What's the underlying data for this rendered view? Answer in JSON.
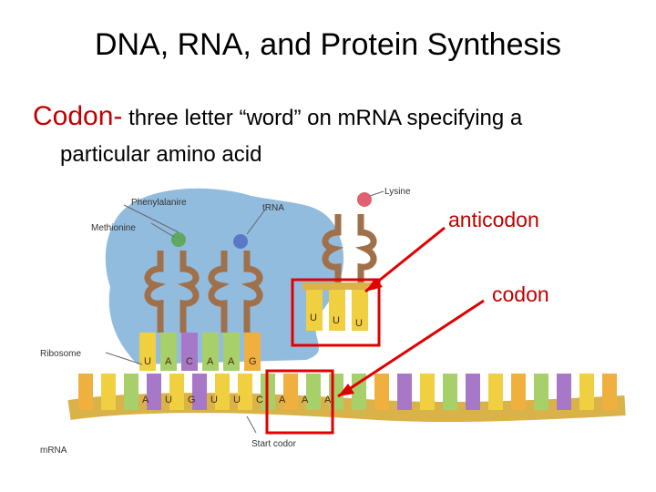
{
  "slide": {
    "title": "DNA, RNA, and Protein Synthesis",
    "definition": {
      "term": "Codon-",
      "text_line1": " three letter “word”  on mRNA specifying a",
      "text_line2": "particular amino acid"
    }
  },
  "figure": {
    "labels": {
      "phenylalanine": "Phenylalanire",
      "trna": "tRNA",
      "lysine": "Lysine",
      "methionine": "Methionine",
      "ribosome": "Ribosome",
      "mrna": "mRNA",
      "start_codon": "Start codor"
    },
    "anticodon_bases": [
      "U",
      "U",
      "U"
    ],
    "top_bases": [
      "U",
      "A",
      "C",
      "A",
      "A",
      "G"
    ],
    "bottom_bases": [
      "A",
      "U",
      "G",
      "U",
      "U",
      "C",
      "A",
      "A",
      "A"
    ],
    "callouts": {
      "anticodon": "anticodon",
      "codon": "codon"
    },
    "colors": {
      "callout": "#c00000",
      "ribosome": "#7fb0d8",
      "backbone": "#d9b24a"
    }
  }
}
